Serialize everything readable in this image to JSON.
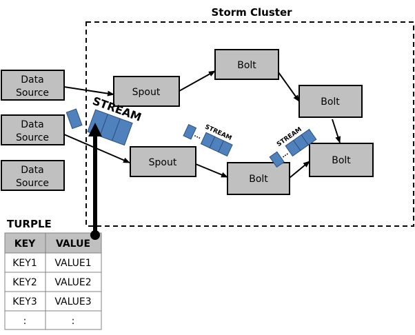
{
  "cluster": {
    "title": "Storm Cluster"
  },
  "nodes": {
    "source1": "Data\nSource",
    "source2": "Data\nSource",
    "source3": "Data\nSource",
    "spout1": "Spout",
    "spout2": "Spout",
    "bolt1": "Bolt",
    "bolt2": "Bolt",
    "bolt3": "Bolt",
    "bolt4": "Bolt"
  },
  "streams": {
    "main": "STREAM",
    "small1": "STREAM",
    "small2": "STREAM",
    "dots": "..."
  },
  "tuple": {
    "title": "TURPLE",
    "headers": [
      "KEY",
      "VALUE"
    ],
    "rows": [
      [
        "KEY1",
        "VALUE1"
      ],
      [
        "KEY2",
        "VALUE2"
      ],
      [
        "KEY3",
        "VALUE3"
      ],
      [
        ":",
        ":"
      ]
    ]
  },
  "colors": {
    "node_fill": "#c0c0c0",
    "packet_fill": "#4f81bd",
    "table_header_fill": "#c0c0c0"
  }
}
